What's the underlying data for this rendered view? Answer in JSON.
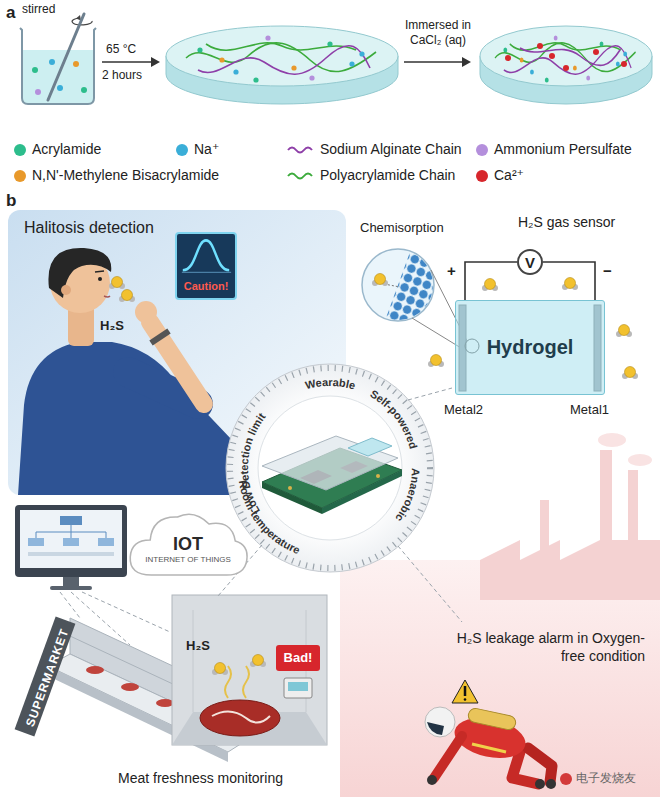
{
  "diagram": {
    "nodes": [
      {
        "text": [
          "Halitosis detection"
        ]
      },
      {
        "text": [
          "Caution!"
        ],
        "in": 0
      },
      {
        "text": [
          "V"
        ]
      },
      {
        "text": [
          "Hydrogel"
        ]
      },
      {
        "text": [
          "IOT",
          "INTERNET OF THINGS"
        ]
      },
      {
        "text": [
          "SUPERMARKET"
        ]
      },
      {
        "text": [
          "Bad!"
        ]
      }
    ],
    "edges": [
      {
        "from": 3,
        "to": 2,
        "arrow": "none"
      },
      {
        "from": 3,
        "to": 2,
        "arrow": "none"
      }
    ],
    "labels": [
      "a",
      "stirred",
      "65 °C",
      "2 hours",
      "Immersed in CaCl₂ (aq)",
      "b",
      "H₂S",
      "Chemisorption",
      "H₂S gas sensor",
      "+",
      "−",
      "Metal2",
      "Metal1",
      "Low Detection limit",
      "Wearable",
      "Self-powered",
      "Anaerobic",
      "Room-temperature",
      "H₂S",
      "Meat freshness monitoring",
      "H₂S leakage alarm in Oxygen-free condition",
      "电子发烧友"
    ],
    "legend": [
      {
        "text": "Acrylamide",
        "color": "#2dbd8c"
      },
      {
        "text": "Na⁺",
        "color": "#3aaed8"
      },
      {
        "text": "Sodium Alginate Chain"
      },
      {
        "text": "Ammonium Persulfate",
        "color": "#b48fdc"
      },
      {
        "text": "N,N'-Methylene Bisacrylamide",
        "color": "#e8992b"
      },
      {
        "text": "Polyacrylamide Chain"
      },
      {
        "text": "Ca²⁺",
        "color": "#d7262c"
      }
    ]
  }
}
